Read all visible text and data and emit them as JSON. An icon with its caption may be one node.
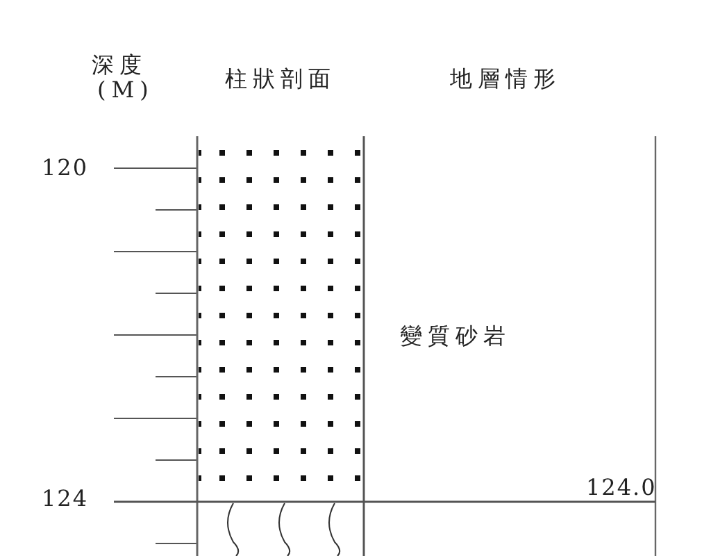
{
  "diagram": {
    "labels": [
      "深度",
      "(M)",
      "柱狀剖面",
      "地層情形",
      "120",
      "變質砂岩",
      "124",
      "124.0"
    ]
  }
}
